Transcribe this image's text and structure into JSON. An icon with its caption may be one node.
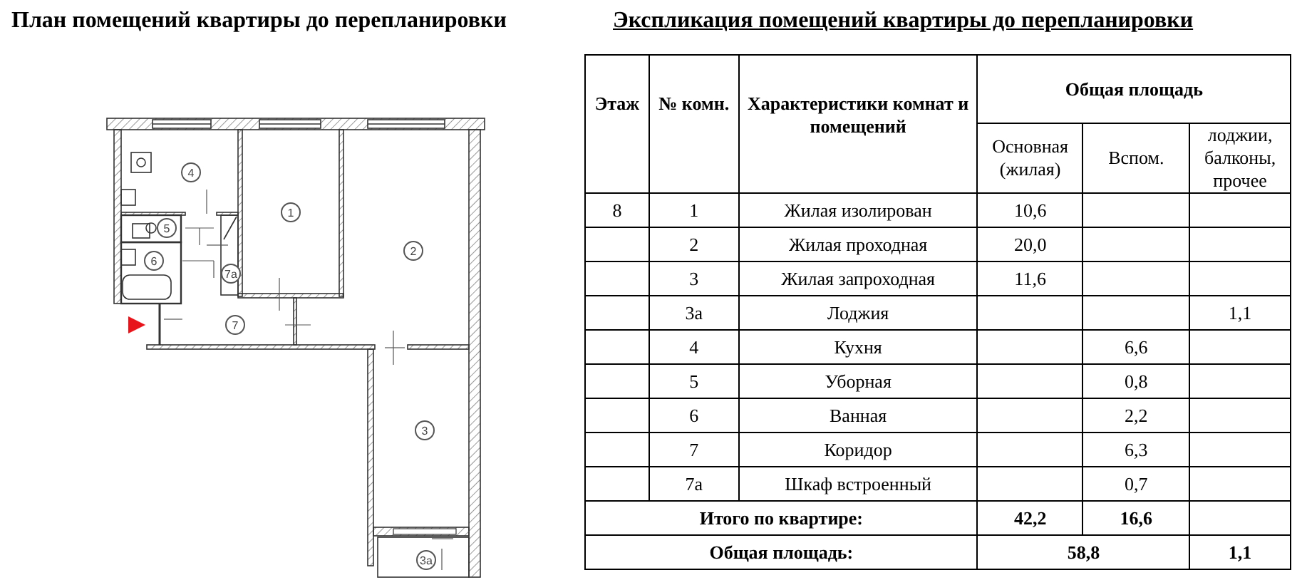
{
  "diagram": {
    "title": "План помещений квартиры до перепланировки",
    "labels": [
      "Экспликация помещений квартиры до перепланировки",
      "4",
      "1",
      "2",
      "5",
      "6",
      "7а",
      "7",
      "3",
      "3а",
      "Этаж",
      "№ комн.",
      "Характеристики комнат и помещений",
      "Общая площадь",
      "Основная (жилая)",
      "Вспом.",
      "лоджии, балконы, прочее",
      "8",
      "1",
      "Жилая изолирован",
      "10,6",
      "2",
      "Жилая проходная",
      "20,0",
      "3",
      "Жилая запроходная",
      "11,6",
      "3а",
      "Лоджия",
      "1,1",
      "4",
      "Кухня",
      "6,6",
      "5",
      "Уборная",
      "0,8",
      "6",
      "Ванная",
      "2,2",
      "7",
      "Коридор",
      "6,3",
      "7а",
      "Шкаф встроенный",
      "0,7",
      "Итого по квартире:",
      "42,2",
      "16,6",
      "Общая площадь:",
      "58,8",
      "1,1"
    ]
  }
}
